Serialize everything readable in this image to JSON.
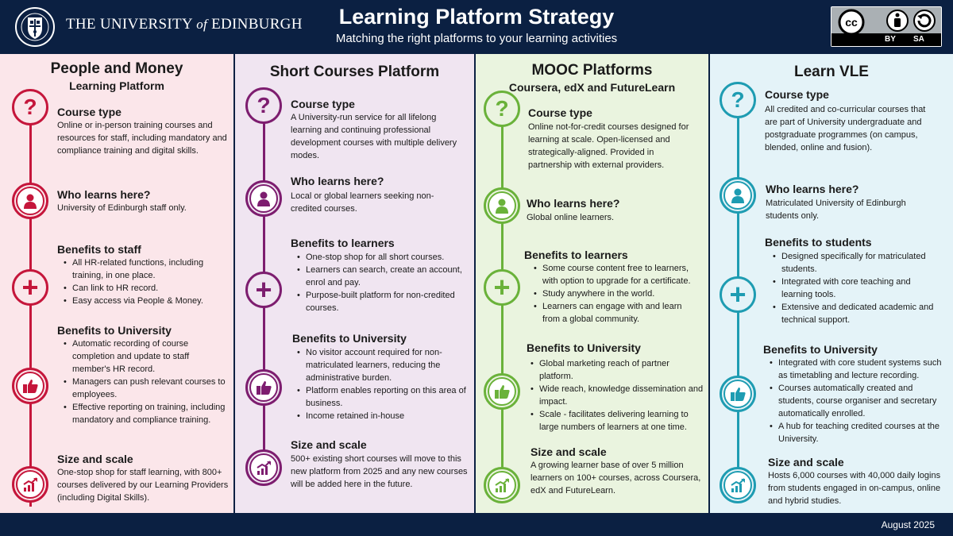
{
  "header": {
    "university": {
      "the": "THE UNIVERSITY",
      "of": "of",
      "edinburgh": "EDINBURGH"
    },
    "title": "Learning Platform Strategy",
    "subtitle": "Matching the right platforms to your learning activities",
    "license": {
      "by": "BY",
      "sa": "SA",
      "cc": "cc"
    }
  },
  "colors": {
    "navy": "#0b2042",
    "red": "#c5163b",
    "purple": "#7d1d6f",
    "green": "#6ab23a",
    "teal": "#1e9cb2"
  },
  "columns": [
    {
      "title": "People and Money",
      "subtitle": "Learning Platform",
      "sections": [
        {
          "icon": "question-icon",
          "heading": "Course type",
          "text": "Online or in-person training courses and resources for staff, including mandatory and compliance training and digital skills."
        },
        {
          "icon": "person-icon",
          "heading": "Who learns here?",
          "text": "University of Edinburgh staff only."
        },
        {
          "icon": "plus-icon",
          "heading": "Benefits to staff",
          "bullets": [
            "All HR-related functions, including training, in one place.",
            "Can link to HR record.",
            "Easy access via People & Money."
          ]
        },
        {
          "icon": "thumbs-up-icon",
          "heading": "Benefits to University",
          "bullets": [
            "Automatic recording of course completion and update to staff member's HR record.",
            "Managers can push relevant courses to employees.",
            "Effective reporting on training, including mandatory and compliance training."
          ]
        },
        {
          "icon": "growth-chart-icon",
          "heading": "Size and scale",
          "text": "One-stop shop for staff learning, with 800+ courses delivered by our Learning Providers (including Digital Skills)."
        }
      ]
    },
    {
      "title": "Short Courses Platform",
      "subtitle": "",
      "sections": [
        {
          "icon": "question-icon",
          "heading": "Course type",
          "text": "A University-run service for all lifelong learning and continuing professional development courses with multiple delivery modes."
        },
        {
          "icon": "person-icon",
          "heading": "Who learns here?",
          "text": "Local or global learners seeking non-credited courses."
        },
        {
          "icon": "plus-icon",
          "heading": "Benefits to learners",
          "bullets": [
            "One-stop shop for all short courses.",
            "Learners can search, create an account, enrol and pay.",
            "Purpose-built platform for non-credited courses."
          ]
        },
        {
          "icon": "thumbs-up-icon",
          "heading": "Benefits to University",
          "bullets": [
            "No visitor account required for non-matriculated learners, reducing the administrative burden.",
            "Platform enables reporting on this area of business.",
            "Income retained in-house"
          ]
        },
        {
          "icon": "growth-chart-icon",
          "heading": "Size and scale",
          "text": "500+ existing short courses will move to this new platform from 2025 and any new courses will be added here in the future."
        }
      ]
    },
    {
      "title": "MOOC Platforms",
      "subtitle": "Coursera, edX and FutureLearn",
      "sections": [
        {
          "icon": "question-icon",
          "heading": "Course type",
          "text": "Online not-for-credit courses designed for learning at scale. Open-licensed and strategically-aligned.  Provided in partnership with external providers."
        },
        {
          "icon": "person-icon",
          "heading": "Who learns here?",
          "text": "Global online learners."
        },
        {
          "icon": "plus-icon",
          "heading": "Benefits to learners",
          "bullets": [
            "Some course content free to learners, with option to upgrade for a certificate.",
            "Study anywhere in the world.",
            "Learners can engage with and learn from a global community."
          ]
        },
        {
          "icon": "thumbs-up-icon",
          "heading": "Benefits to University",
          "bullets": [
            "Global marketing reach of partner platform.",
            "Wide reach, knowledge dissemination and impact.",
            "Scale - facilitates delivering learning to large numbers of learners at one time."
          ]
        },
        {
          "icon": "growth-chart-icon",
          "heading": "Size and scale",
          "text": "A growing learner base of over 5 million learners on 100+  courses, across Coursera, edX and FutureLearn."
        }
      ]
    },
    {
      "title": "Learn VLE",
      "subtitle": "",
      "sections": [
        {
          "icon": "question-icon",
          "heading": "Course type",
          "text": "All credited and co-curricular courses that are part of University undergraduate and postgraduate programmes (on campus, blended, online and fusion)."
        },
        {
          "icon": "person-icon",
          "heading": "Who learns here?",
          "text": "Matriculated University of Edinburgh students only."
        },
        {
          "icon": "plus-icon",
          "heading": "Benefits to students",
          "bullets": [
            "Designed specifically for matriculated students.",
            "Integrated with core teaching and learning tools.",
            "Extensive and dedicated academic and technical support."
          ]
        },
        {
          "icon": "thumbs-up-icon",
          "heading": "Benefits to University",
          "bullets": [
            "Integrated with core student systems such as timetabling and lecture recording.",
            "Courses automatically created and students, course organiser and secretary automatically enrolled.",
            "A hub for teaching credited courses at the University."
          ]
        },
        {
          "icon": "growth-chart-icon",
          "heading": "Size and scale",
          "text": "Hosts 6,000 courses with 40,000 daily logins from students engaged in on-campus, online and hybrid studies."
        }
      ]
    }
  ],
  "footer": {
    "date": "August 2025"
  }
}
